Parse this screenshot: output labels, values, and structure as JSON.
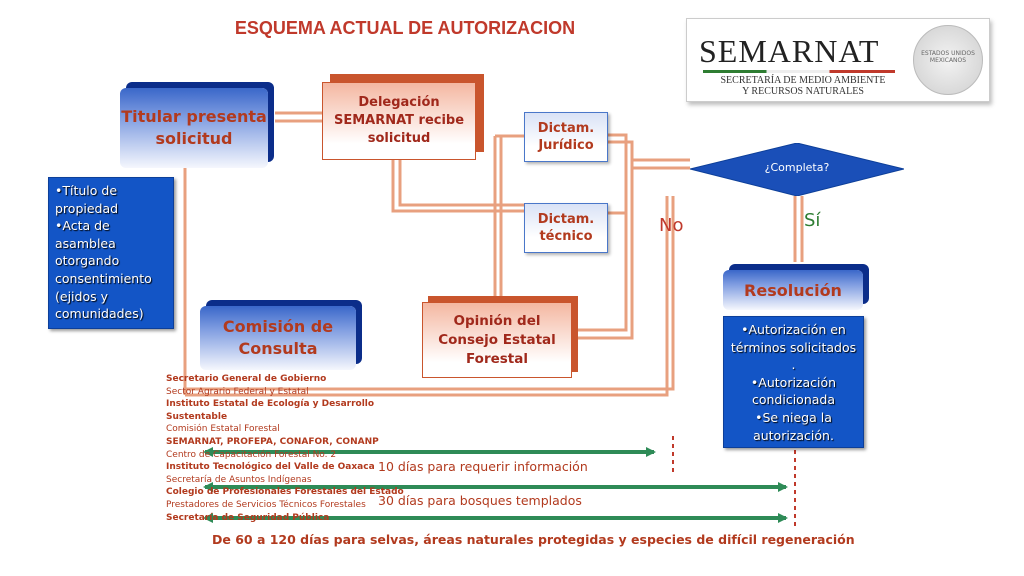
{
  "title": "ESQUEMA ACTUAL DE AUTORIZACION",
  "logo": {
    "name": "SEMARNAT",
    "subtitle_1": "SECRETARÍA DE MEDIO AMBIENTE",
    "subtitle_2": "Y RECURSOS NATURALES",
    "seal_text": "ESTADOS UNIDOS MEXICANOS",
    "colors": [
      "#2e7d32",
      "#eeeeee",
      "#c0392b"
    ]
  },
  "nodes": {
    "titular": "Titular presenta solicitud",
    "delegacion": "Delegación SEMARNAT recibe solicitud",
    "dictam_juridico": "Dictam. Jurídico",
    "dictam_tecnico": "Dictam. técnico",
    "opinion": "Opinión del Consejo Estatal Forestal",
    "comision": "Comisión de Consulta",
    "completa": "¿Completa?",
    "resolucion": "Resolución"
  },
  "labels": {
    "no": "No",
    "si": "Sí"
  },
  "requisitos": [
    "•Título de propiedad",
    "•Acta de asamblea otorgando consentimiento (ejidos y comunidades)"
  ],
  "resultados": [
    "•Autorización en términos solicitados .",
    "•Autorización condicionada",
    "•Se niega la autorización."
  ],
  "comision_miembros": [
    "Secretario General de Gobierno",
    "Sector Agrario Federal y Estatal",
    "Instituto Estatal de Ecología y Desarrollo Sustentable",
    "Comisión Estatal Forestal",
    "SEMARNAT, PROFEPA, CONAFOR, CONANP",
    "Centro de Capacitación Forestal No. 2",
    "Instituto Tecnológico del Valle de Oaxaca",
    "Secretaría de Asuntos Indígenas",
    "Colegio de Profesionales Forestales del Estado",
    "Prestadores de Servicios Técnicos Forestales",
    "Secretaría de Seguridad Pública"
  ],
  "plazos": [
    "10 días para requerir información",
    "30 días para bosques templados",
    "De 60 a 120 días para selvas, áreas naturales protegidas y especies de difícil regeneración"
  ],
  "colors": {
    "connector": "#e8a07f",
    "arrow": "#2e8b57",
    "box_blue": "#1355c6",
    "text_red": "#b23a1e"
  }
}
